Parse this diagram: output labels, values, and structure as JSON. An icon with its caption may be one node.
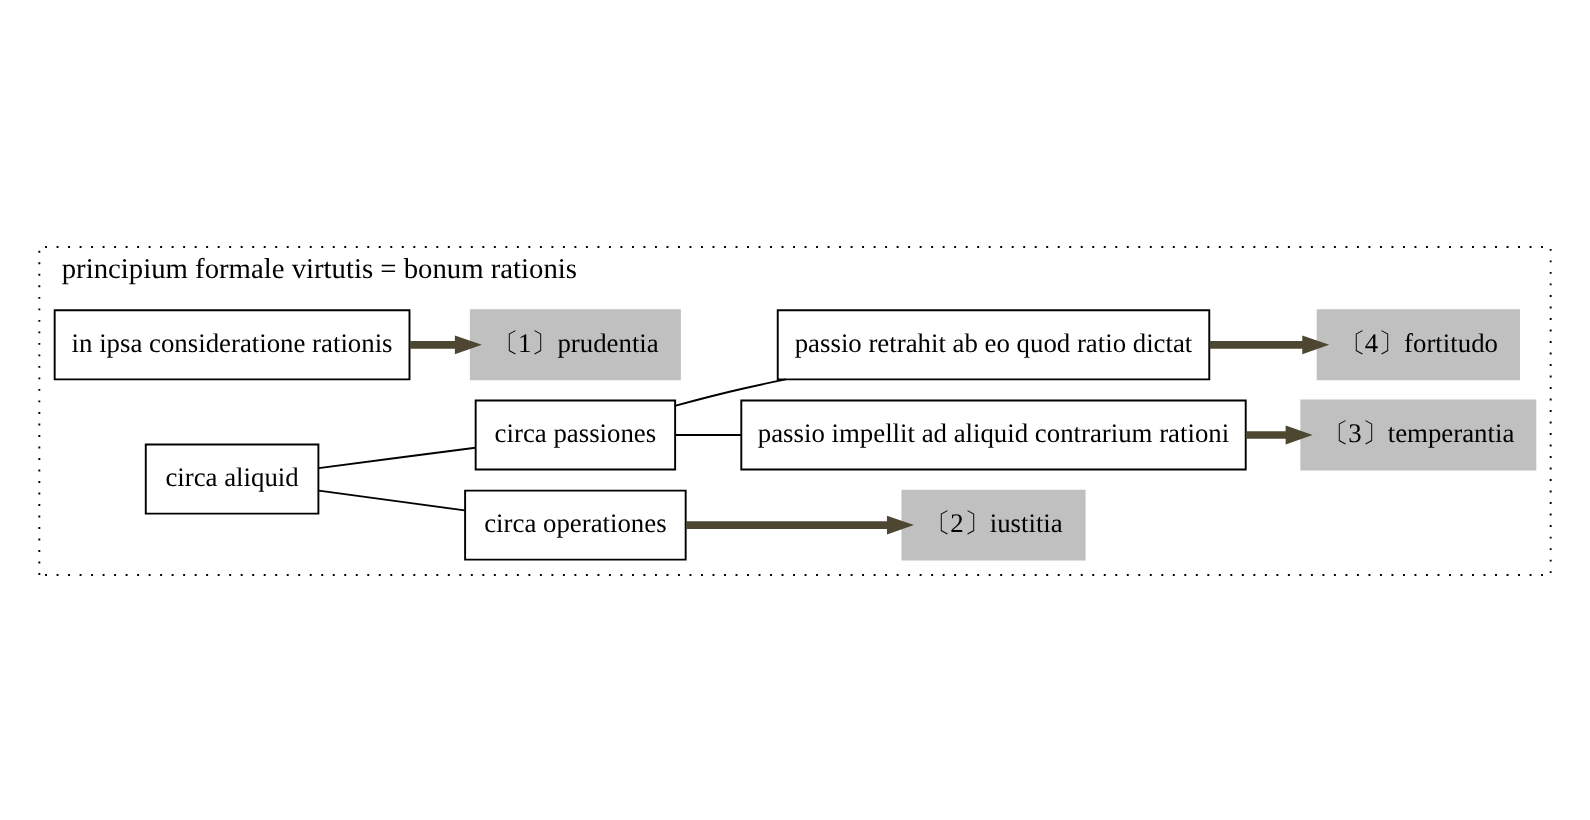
{
  "diagram": {
    "nodes": [
      {
        "text": [
          "principium formale virtutis = bonum rationis"
        ]
      },
      {
        "text": [
          "in ipsa consideratione rationis"
        ],
        "in": 0
      },
      {
        "text": [
          "〔1〕prudentia"
        ],
        "in": 0
      },
      {
        "text": [
          "circa aliquid"
        ],
        "in": 0
      },
      {
        "text": [
          "circa operationes"
        ],
        "in": 0
      },
      {
        "text": [
          "〔2〕iustitia"
        ],
        "in": 0
      },
      {
        "text": [
          "circa passiones"
        ],
        "in": 0
      },
      {
        "text": [
          "passio impellit ad aliquid contrarium rationi"
        ],
        "in": 0
      },
      {
        "text": [
          "〔3〕temperantia"
        ],
        "in": 0
      },
      {
        "text": [
          "passio retrahit ab eo quod ratio dictat"
        ],
        "in": 0
      },
      {
        "text": [
          "〔4〕fortitudo"
        ],
        "in": 0
      }
    ],
    "edges": [
      {
        "from": 1,
        "to": 2,
        "arrow": "to",
        "style": "thick",
        "color": "#4d4630"
      },
      {
        "from": 3,
        "to": 4,
        "arrow": "none"
      },
      {
        "from": 3,
        "to": 6,
        "arrow": "none"
      },
      {
        "from": 4,
        "to": 5,
        "arrow": "to",
        "style": "thick",
        "color": "#4d4630"
      },
      {
        "from": 6,
        "to": 7,
        "arrow": "none"
      },
      {
        "from": 6,
        "to": 9,
        "arrow": "none"
      },
      {
        "from": 7,
        "to": 8,
        "arrow": "to",
        "style": "thick",
        "color": "#4d4630"
      },
      {
        "from": 9,
        "to": 10,
        "arrow": "to",
        "style": "thick",
        "color": "#4d4630"
      }
    ]
  }
}
